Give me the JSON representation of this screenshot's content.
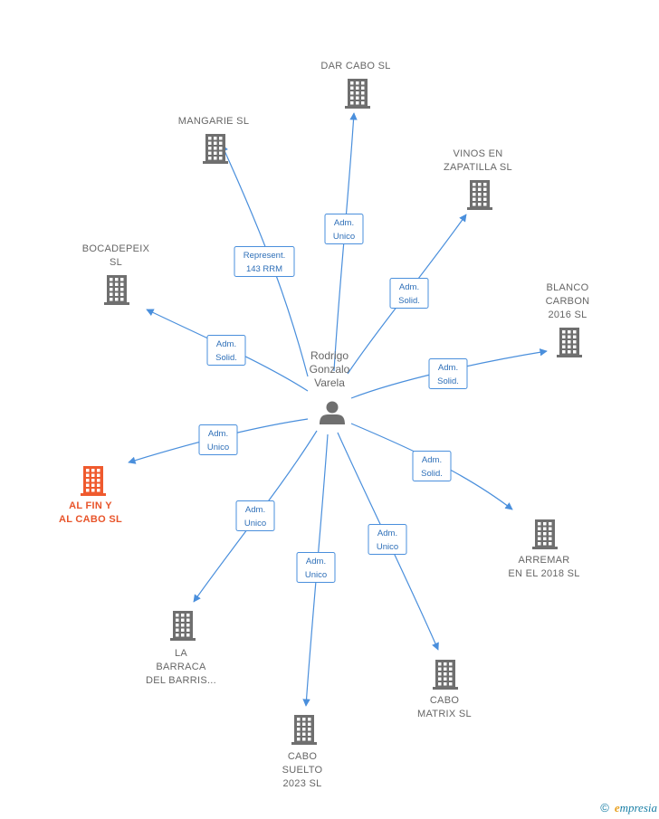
{
  "center": {
    "name_lines": [
      "Rodrigo",
      "Gonzalo",
      "Varela"
    ],
    "icon": "person-icon"
  },
  "nodes": [
    {
      "id": "dar-cabo",
      "lines": [
        "DAR CABO  SL"
      ],
      "highlight": false
    },
    {
      "id": "mangarie",
      "lines": [
        "MANGARIE  SL"
      ],
      "highlight": false
    },
    {
      "id": "vinos-en-zapatilla",
      "lines": [
        "VINOS EN",
        "ZAPATILLA  SL"
      ],
      "highlight": false
    },
    {
      "id": "bocadepeix",
      "lines": [
        "BOCADEPEIX",
        "SL"
      ],
      "highlight": false
    },
    {
      "id": "blanco-carbon",
      "lines": [
        "BLANCO",
        "CARBON",
        "2016  SL"
      ],
      "highlight": false
    },
    {
      "id": "al-fin-y-al-cabo",
      "lines": [
        "AL FIN Y",
        "AL CABO  SL"
      ],
      "highlight": true
    },
    {
      "id": "arremar",
      "lines": [
        "ARREMAR",
        "EN EL 2018  SL"
      ],
      "highlight": false
    },
    {
      "id": "la-barraca",
      "lines": [
        "LA",
        "BARRACA",
        "DEL BARRIS..."
      ],
      "highlight": false
    },
    {
      "id": "cabo-matrix",
      "lines": [
        "CABO",
        "MATRIX  SL"
      ],
      "highlight": false
    },
    {
      "id": "cabo-suelto",
      "lines": [
        "CABO",
        "SUELTO",
        "2023  SL"
      ],
      "highlight": false
    }
  ],
  "edges": [
    {
      "to": "dar-cabo",
      "label": [
        "Adm.",
        "Unico"
      ]
    },
    {
      "to": "mangarie",
      "label": [
        "Represent.",
        "143 RRM"
      ]
    },
    {
      "to": "vinos-en-zapatilla",
      "label": [
        "Adm.",
        "Solid."
      ]
    },
    {
      "to": "bocadepeix",
      "label": [
        "Adm.",
        "Solid."
      ]
    },
    {
      "to": "blanco-carbon",
      "label": [
        "Adm.",
        "Solid."
      ]
    },
    {
      "to": "al-fin-y-al-cabo",
      "label": [
        "Adm.",
        "Unico"
      ]
    },
    {
      "to": "arremar",
      "label": [
        "Adm.",
        "Solid."
      ]
    },
    {
      "to": "la-barraca",
      "label": [
        "Adm.",
        "Unico"
      ]
    },
    {
      "to": "cabo-matrix",
      "label": [
        "Adm.",
        "Unico"
      ]
    },
    {
      "to": "cabo-suelto",
      "label": [
        "Adm.",
        "Unico"
      ]
    }
  ],
  "footer": {
    "copyright": "©",
    "brand_initial": "e",
    "brand_rest": "mpresia"
  },
  "colors": {
    "edge": "#4a8fdc",
    "node": "#6f6f6f",
    "highlight": "#ef5a2e"
  }
}
